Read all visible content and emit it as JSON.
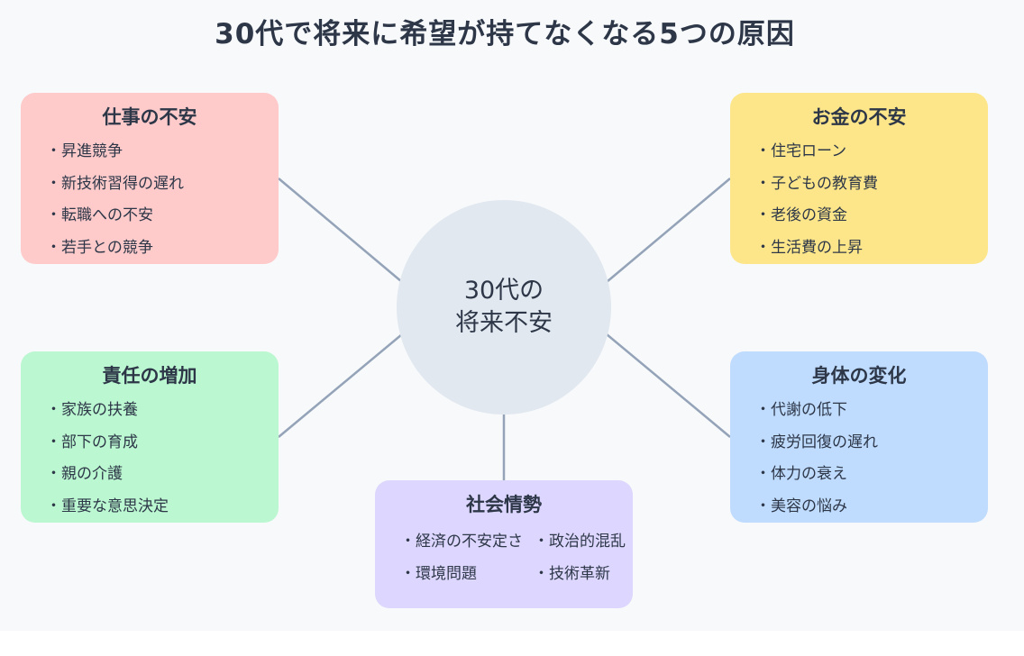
{
  "title": "30代で将来に希望が持てなくなる5つの原因",
  "center": {
    "line1": "30代の",
    "line2": "将来不安"
  },
  "colors": {
    "work": "#fecaca",
    "money": "#fde68a",
    "responsibility": "#bbf7d0",
    "body": "#bfdbfe",
    "social": "#ddd6fe",
    "center": "#e2e8f0",
    "connector": "#94a3b8"
  },
  "categories": {
    "work": {
      "title": "仕事の不安",
      "items": [
        "昇進競争",
        "新技術習得の遅れ",
        "転職への不安",
        "若手との競争"
      ]
    },
    "money": {
      "title": "お金の不安",
      "items": [
        "住宅ローン",
        "子どもの教育費",
        "老後の資金",
        "生活費の上昇"
      ]
    },
    "responsibility": {
      "title": "責任の増加",
      "items": [
        "家族の扶養",
        "部下の育成",
        "親の介護",
        "重要な意思決定"
      ]
    },
    "body": {
      "title": "身体の変化",
      "items": [
        "代謝の低下",
        "疲労回復の遅れ",
        "体力の衰え",
        "美容の悩み"
      ]
    },
    "social": {
      "title": "社会情勢",
      "items": [
        "経済の不安定さ",
        "政治的混乱",
        "環境問題",
        "技術革新"
      ]
    }
  }
}
